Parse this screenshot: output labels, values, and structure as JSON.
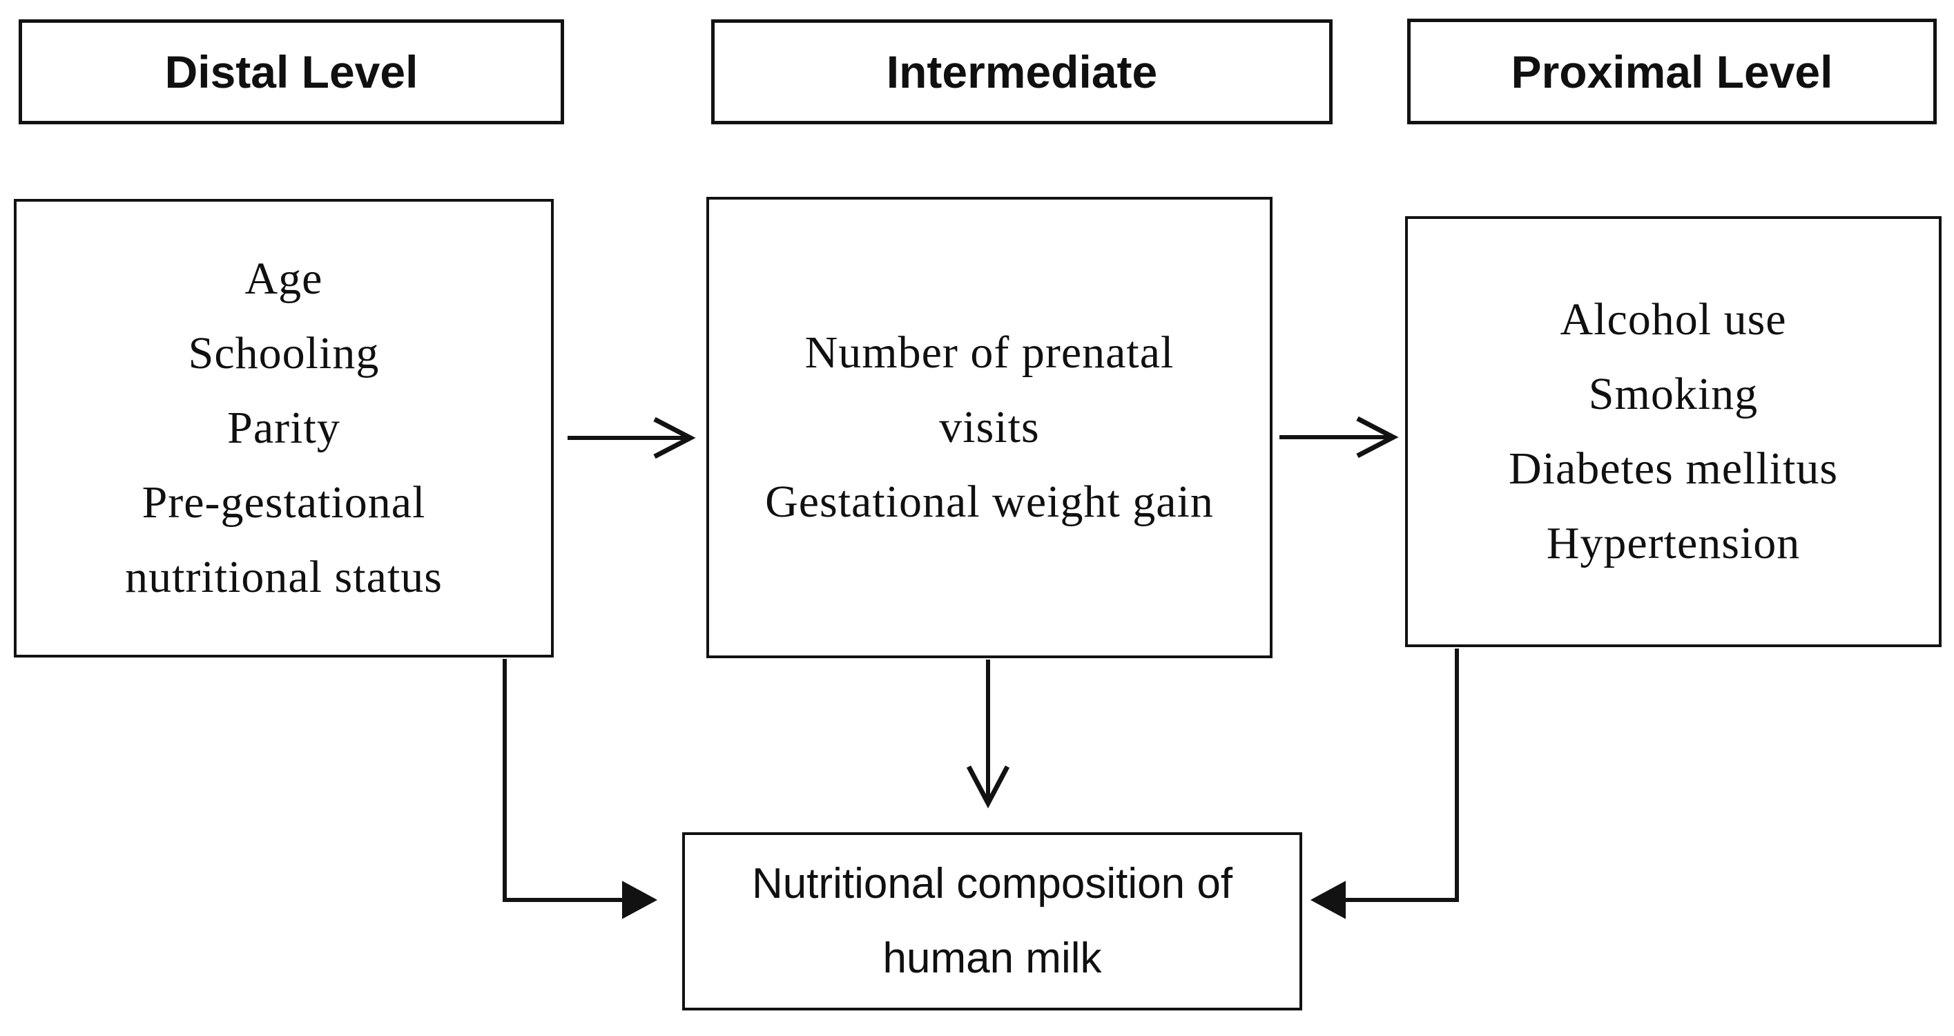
{
  "colors": {
    "ink": "#121212",
    "background": "#ffffff"
  },
  "headers": [
    {
      "id": "distal",
      "label": "Distal Level"
    },
    {
      "id": "intermediate",
      "label": "Intermediate"
    },
    {
      "id": "proximal",
      "label": "Proximal Level"
    }
  ],
  "boxes": {
    "distal": {
      "lines": [
        "Age",
        "Schooling",
        "Parity",
        "Pre-gestational",
        "nutritional status"
      ]
    },
    "intermediate": {
      "lines": [
        "Number of prenatal",
        "visits",
        "Gestational weight gain"
      ]
    },
    "proximal": {
      "lines": [
        "Alcohol use",
        "Smoking",
        "Diabetes mellitus",
        "Hypertension"
      ]
    },
    "outcome": {
      "lines": [
        "Nutritional composition of",
        "human milk"
      ]
    }
  },
  "edges": [
    {
      "from": "distal",
      "to": "intermediate",
      "style": "straight-open-head"
    },
    {
      "from": "intermediate",
      "to": "proximal",
      "style": "straight-open-head"
    },
    {
      "from": "intermediate",
      "to": "outcome",
      "style": "straight-open-head"
    },
    {
      "from": "distal",
      "to": "outcome",
      "style": "elbow-filled-head"
    },
    {
      "from": "proximal",
      "to": "outcome",
      "style": "elbow-filled-head"
    }
  ]
}
